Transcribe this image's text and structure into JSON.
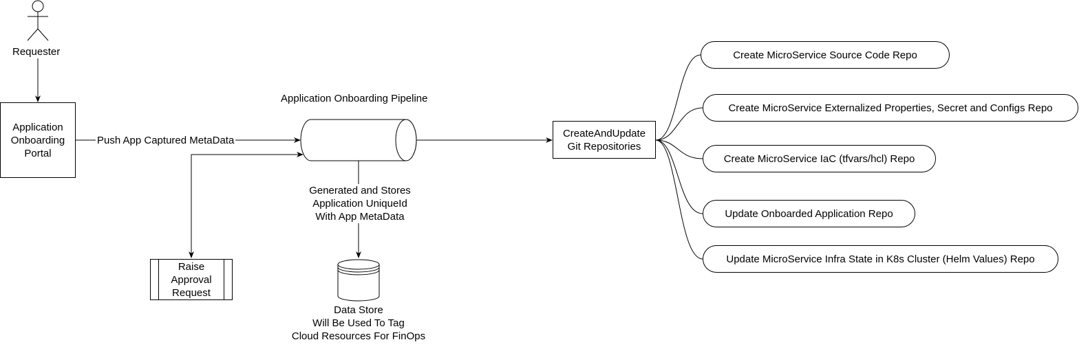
{
  "actor": {
    "label": "Requester"
  },
  "portal": {
    "label": "Application\nOnboarding\nPortal"
  },
  "push_edge": {
    "label": "Push App Captured MetaData"
  },
  "pipeline": {
    "title": "Application Onboarding Pipeline"
  },
  "approval": {
    "label": "Raise\nApproval\nRequest"
  },
  "generate_edge": {
    "label": "Generated and Stores\nApplication UniqueId\nWith App MetaData"
  },
  "datastore": {
    "label": "Data Store\nWill Be Used To Tag\nCloud Resources For FinOps"
  },
  "git_box": {
    "label": "CreateAndUpdate\nGit Repositories"
  },
  "repos": [
    {
      "label": "Create MicroService Source Code Repo"
    },
    {
      "label": "Create MicroService Externalized Properties, Secret and Configs Repo"
    },
    {
      "label": "Create MicroService IaC (tfvars/hcl) Repo"
    },
    {
      "label": "Update Onboarded Application Repo"
    },
    {
      "label": "Update MicroService Infra State in K8s Cluster (Helm Values) Repo"
    }
  ]
}
